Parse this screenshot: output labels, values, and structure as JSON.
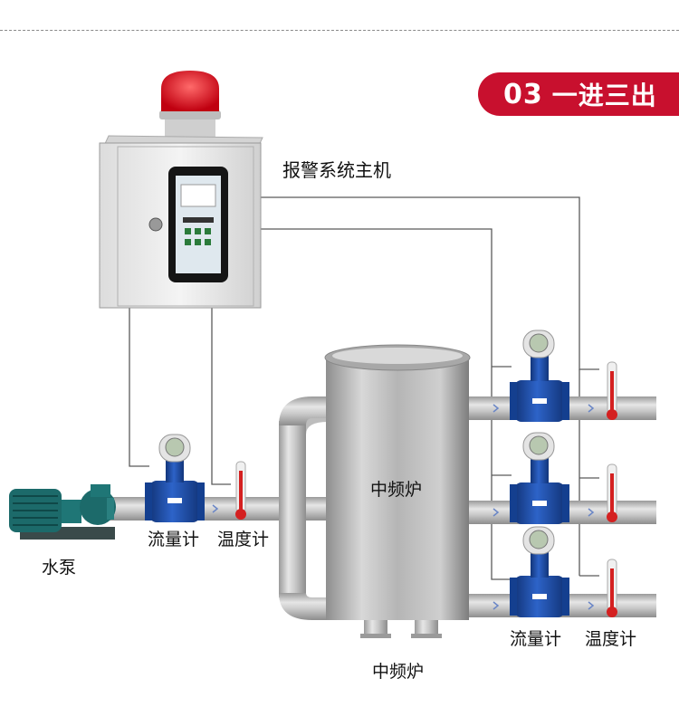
{
  "badge": {
    "number": "03",
    "text": "一进三出"
  },
  "labels": {
    "alarm_host": "报警系统主机",
    "pump": "水泵",
    "inlet_flowmeter": "流量计",
    "inlet_thermometer": "温度计",
    "furnace_body": "中频炉",
    "furnace_bottom": "中频炉",
    "outlet_flowmeter": "流量计",
    "outlet_thermometer": "温度计"
  },
  "colors": {
    "badge": "#c8102e",
    "flowmeter": "#1d4fa8",
    "pipe": "#c9c9c9",
    "thermometer_liquid": "#d42020",
    "alarm_light": "#e0141c",
    "pump": "#1c6a6a"
  }
}
